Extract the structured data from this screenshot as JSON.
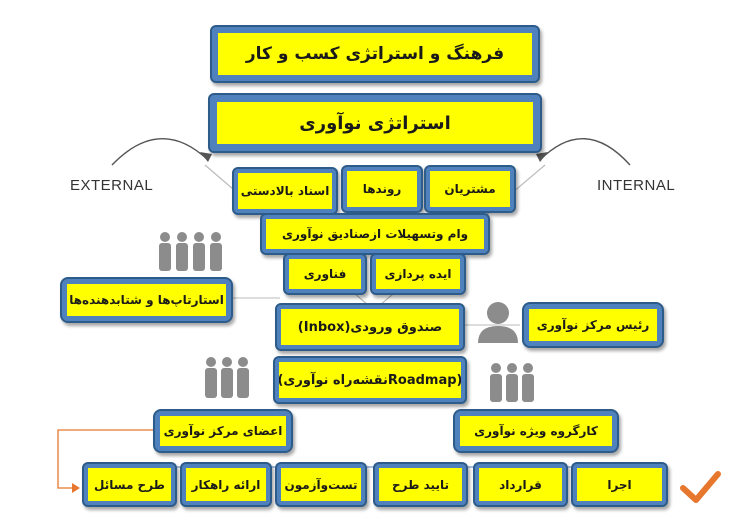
{
  "colors": {
    "box_border": "#4f81bd",
    "box_fill": "#ffff00",
    "arrow_orange": "#e8772e",
    "people": "#8c8c8c"
  },
  "top": {
    "culture": "فرهنگ و استراتژی کسب و کار",
    "strategy": "استراتژی نوآوری"
  },
  "sides": {
    "external": "EXTERNAL",
    "internal": "INTERNAL"
  },
  "sources": {
    "customers": "مشتریان",
    "processes": "روندها",
    "upstream_docs": "اسناد بالادستی",
    "loans": "وام وتسهیلات ازصنادیق نوآوری",
    "technology": "فناوری",
    "ideation": "ایده پردازی"
  },
  "funnel": {
    "inbox": "صندوق ورودی(Inbox)",
    "roadmap": "(Roadmapنقشه‌راه نوآوری)"
  },
  "actors": {
    "startups": "استارتاپ‌ها و شتابدهنده‌ها",
    "head": "رئیس مرکز نوآوری",
    "members": "اعضای مرکز نوآوری",
    "taskforce": "کارگروه ویژه نوآوری"
  },
  "steps": [
    "طرح مسائل",
    "ارائه راهکار",
    "تست‌وآزمون",
    "تایید طرح",
    "قرارداد",
    "اجرا"
  ],
  "icons": {
    "check": "checkmark-icon",
    "person": "person-icon",
    "group": "people-group-icon"
  }
}
